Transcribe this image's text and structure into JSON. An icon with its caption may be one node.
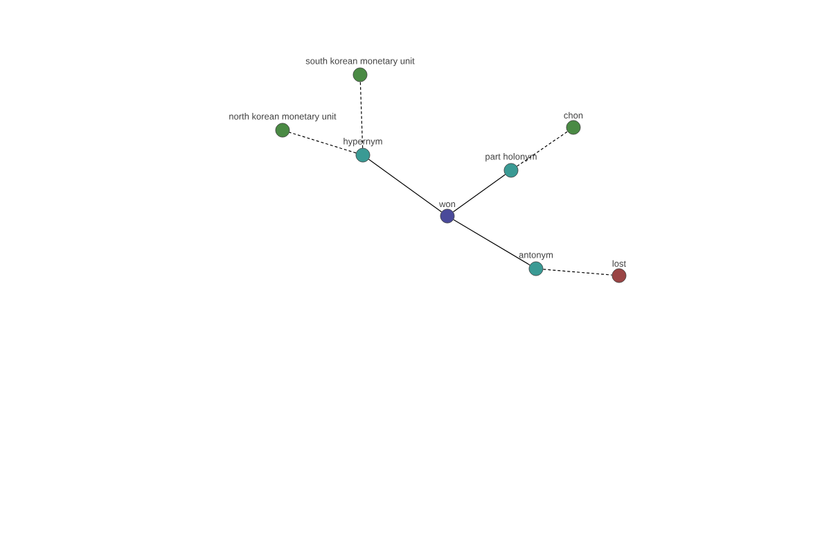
{
  "diagram": {
    "nodes": [
      {
        "text": [
          "south korean monetary unit"
        ]
      },
      {
        "text": [
          "north korean monetary unit"
        ]
      },
      {
        "text": [
          "chon"
        ]
      },
      {
        "text": [
          "hypernym"
        ]
      },
      {
        "text": [
          "part holonym"
        ]
      },
      {
        "text": [
          "won"
        ]
      },
      {
        "text": [
          "antonym"
        ]
      },
      {
        "text": [
          "lost"
        ]
      }
    ],
    "edges": [
      {
        "from": 5,
        "to": 3,
        "arrow": "none"
      },
      {
        "from": 5,
        "to": 4,
        "arrow": "none"
      },
      {
        "from": 5,
        "to": 6,
        "arrow": "none"
      },
      {
        "from": 3,
        "to": 0,
        "arrow": "none",
        "style": "dashed"
      },
      {
        "from": 3,
        "to": 1,
        "arrow": "none",
        "style": "dashed"
      },
      {
        "from": 4,
        "to": 2,
        "arrow": "none",
        "style": "dashed"
      },
      {
        "from": 6,
        "to": 7,
        "arrow": "none",
        "style": "dashed"
      }
    ]
  }
}
